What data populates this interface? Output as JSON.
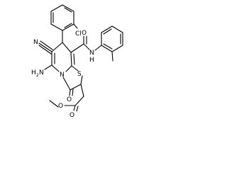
{
  "molecule": {
    "labels": {
      "cl": "Cl",
      "n_nitrile": "N",
      "nh_amide": "N",
      "h_amide": "H",
      "o_amide": "O",
      "h2n": "H",
      "h2n_sub": "2",
      "h2n_n": "N",
      "n_ring": "N",
      "s_ring": "S",
      "o_lactam": "O",
      "o_ester_carbonyl": "O",
      "o_ester": "O"
    }
  }
}
